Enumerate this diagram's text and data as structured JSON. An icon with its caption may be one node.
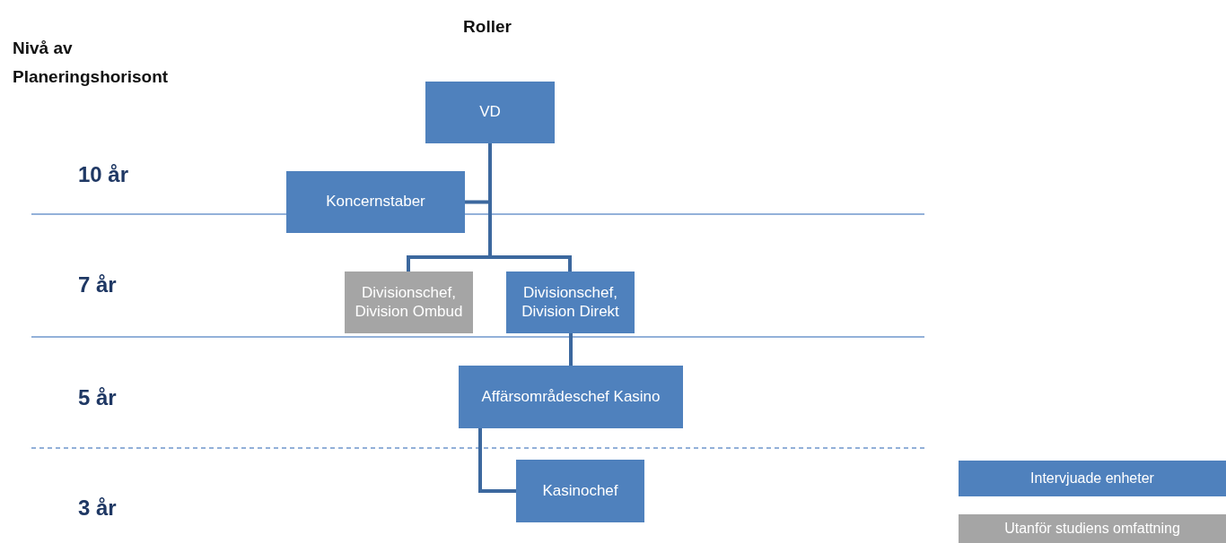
{
  "diagram": {
    "nodes": [
      {
        "text": [
          "VD"
        ]
      },
      {
        "text": [
          "Koncernstaber"
        ]
      },
      {
        "text": [
          "Divisionschef, Division Ombud"
        ]
      },
      {
        "text": [
          "Divisionschef, Division Direkt"
        ]
      },
      {
        "text": [
          "Affärsområdeschef Kasino"
        ]
      },
      {
        "text": [
          "Kasinochef"
        ]
      }
    ],
    "edges": [
      {
        "from": 0,
        "to": 1,
        "arrow": "none"
      },
      {
        "from": 0,
        "to": 2,
        "arrow": "none"
      },
      {
        "from": 0,
        "to": 3,
        "arrow": "none"
      },
      {
        "from": 3,
        "to": 4,
        "arrow": "none"
      },
      {
        "from": 4,
        "to": 5,
        "arrow": "none"
      }
    ],
    "labels": [
      "Roller",
      "Nivå av Planeringshorisont",
      "10 år",
      "7 år",
      "5 år",
      "3 år"
    ],
    "legend": [
      {
        "text": "Intervjuade enheter",
        "color": "#4f81bd"
      },
      {
        "text": "Utanför studiens omfattning",
        "color": "#a5a5a5"
      }
    ]
  }
}
